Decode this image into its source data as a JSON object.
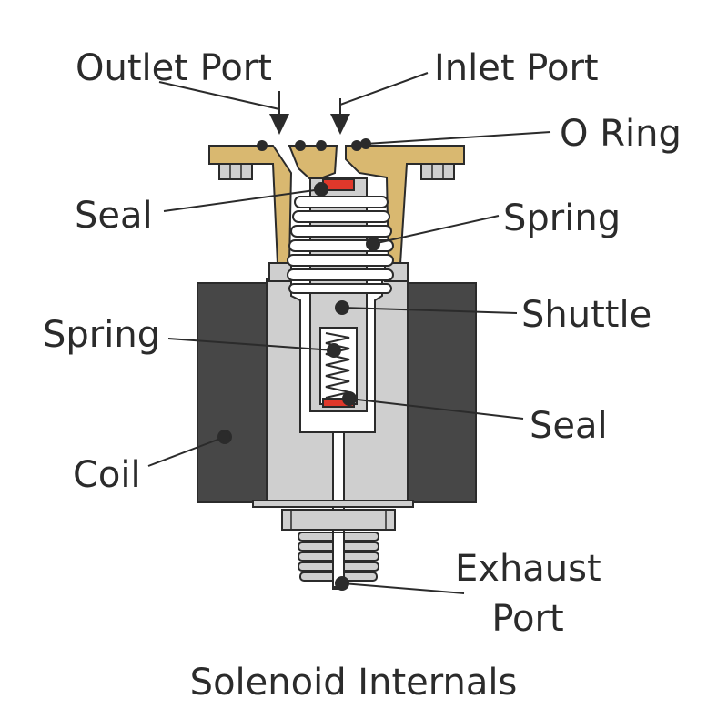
{
  "title": "Solenoid Internals",
  "labels": {
    "outlet_port": "Outlet Port",
    "inlet_port": "Inlet Port",
    "o_ring": "O Ring",
    "seal_top": "Seal",
    "spring_upper": "Spring",
    "shuttle": "Shuttle",
    "spring_lower": "Spring",
    "seal_bottom": "Seal",
    "coil": "Coil",
    "exhaust_port_line1": "Exhaust",
    "exhaust_port_line2": "Port"
  },
  "colors": {
    "brass": "#d9b870",
    "steel": "#cfcfcf",
    "coil": "#474747",
    "seal": "#e0382b",
    "outline": "#2b2b2b"
  }
}
